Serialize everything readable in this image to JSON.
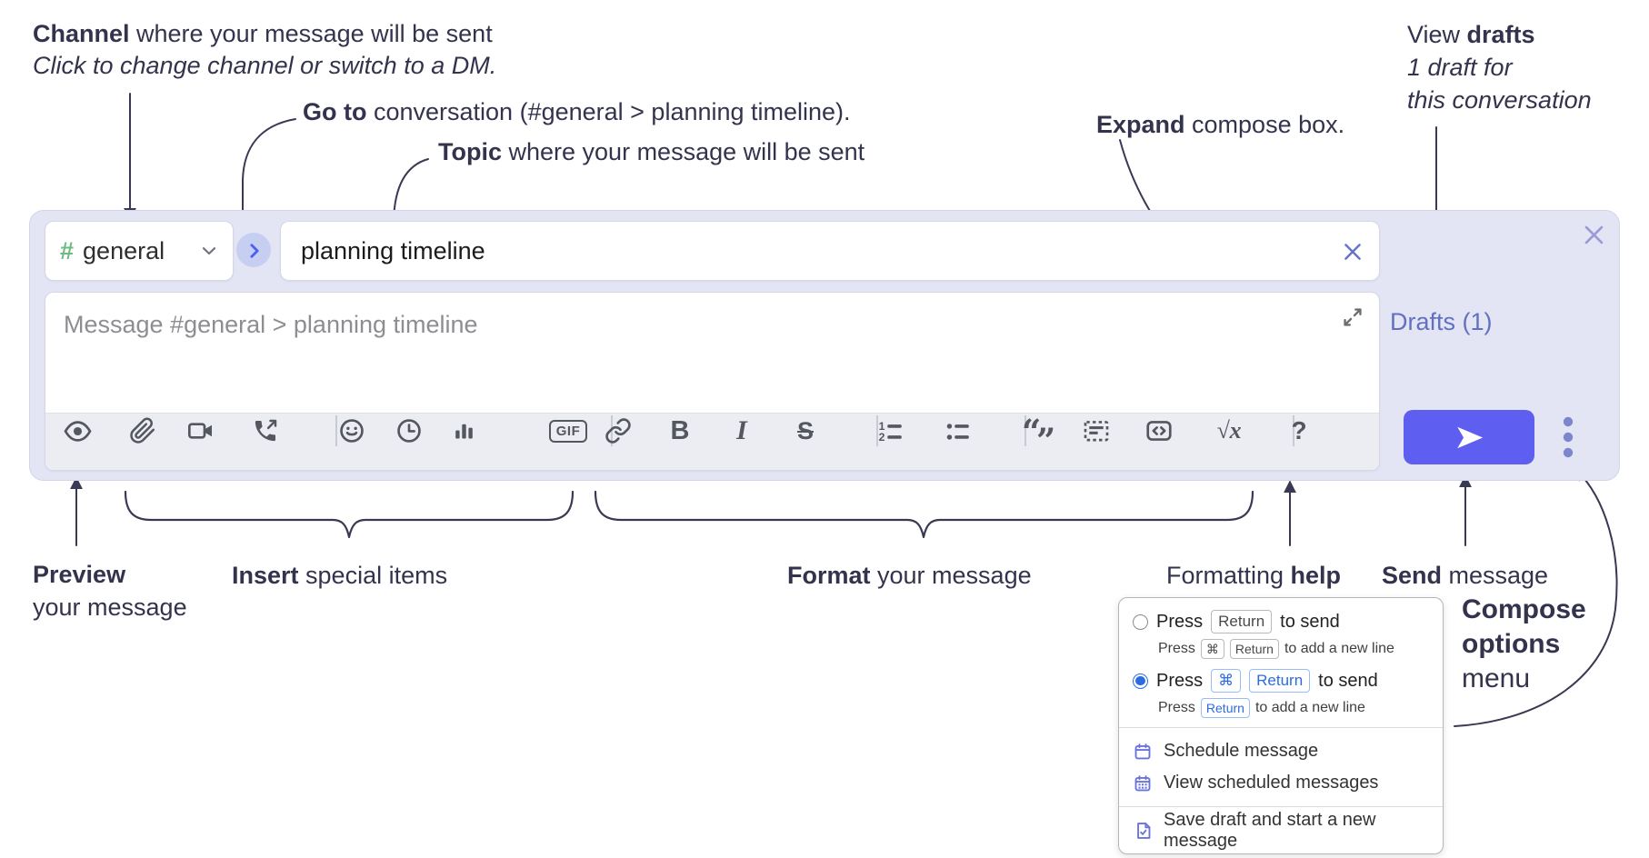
{
  "annotations": {
    "channel": {
      "bold": "Channel",
      "rest": " where your message will be sent",
      "line2": "Click to change channel or switch to a DM."
    },
    "goto": {
      "bold": "Go to",
      "rest": " conversation (#general > planning timeline)."
    },
    "topic": {
      "bold": "Topic",
      "rest": " where your message will be sent"
    },
    "expand": {
      "bold": "Expand",
      "rest": " compose box."
    },
    "view_drafts": {
      "pre": "View ",
      "bold": "drafts",
      "line2": "1 draft for",
      "line3": "this conversation"
    },
    "preview": {
      "bold": "Preview",
      "line2": "your message"
    },
    "insert": {
      "bold": "Insert",
      "rest": " special items"
    },
    "format": {
      "bold": "Format",
      "rest": " your message"
    },
    "formatting_help": {
      "pre": "Formatting ",
      "bold": "help"
    },
    "send": {
      "bold": "Send",
      "rest": " message"
    },
    "compose_options": {
      "line1": "Compose",
      "line2": "options",
      "line3": "menu"
    }
  },
  "compose": {
    "channel_selector": {
      "hash": "#",
      "name": "general"
    },
    "topic_input": {
      "value": "planning timeline"
    },
    "message_input": {
      "placeholder": "Message #general > planning timeline"
    },
    "drafts_link": "Drafts (1)",
    "toolbar_text": {
      "gif": "GIF",
      "bold": "B",
      "italic": "I",
      "strike": "S",
      "math": "√x",
      "help": "?"
    },
    "toolbar_icons": [
      "preview",
      "attach-file",
      "start-video-call",
      "start-audio-call",
      "add-emoji",
      "add-global-time",
      "add-poll",
      "add-gif",
      "link",
      "bold",
      "italic",
      "strikethrough",
      "numbered-list",
      "bulleted-list",
      "quote",
      "spoiler",
      "code",
      "math",
      "formatting-help"
    ]
  },
  "popup": {
    "option1": {
      "press": "Press",
      "key": "Return",
      "suffix": "to send",
      "sub_press": "Press",
      "sub_key1": "⌘",
      "sub_key2": "Return",
      "sub_suffix": "to add a new line"
    },
    "option2": {
      "press": "Press",
      "key1": "⌘",
      "key2": "Return",
      "suffix": "to send",
      "sub_press": "Press",
      "sub_key": "Return",
      "sub_suffix": "to add a new line"
    },
    "items": [
      {
        "label": "Schedule message"
      },
      {
        "label": "View scheduled messages"
      },
      {
        "label": "Save draft and start a new message"
      }
    ]
  },
  "colors": {
    "container_bg": "#e3e5f4",
    "send_button": "#5e5ef0",
    "drafts_link": "#6170c0",
    "channel_hash": "#6cbc80",
    "goto_circle_bg": "#c6cff2",
    "goto_chevron": "#4a63ef",
    "kbd_active": "#2b6ce0",
    "menu_icon": "#6a73dd",
    "annotation_text": "#34334d",
    "toolbar_icon": "#54575d"
  }
}
